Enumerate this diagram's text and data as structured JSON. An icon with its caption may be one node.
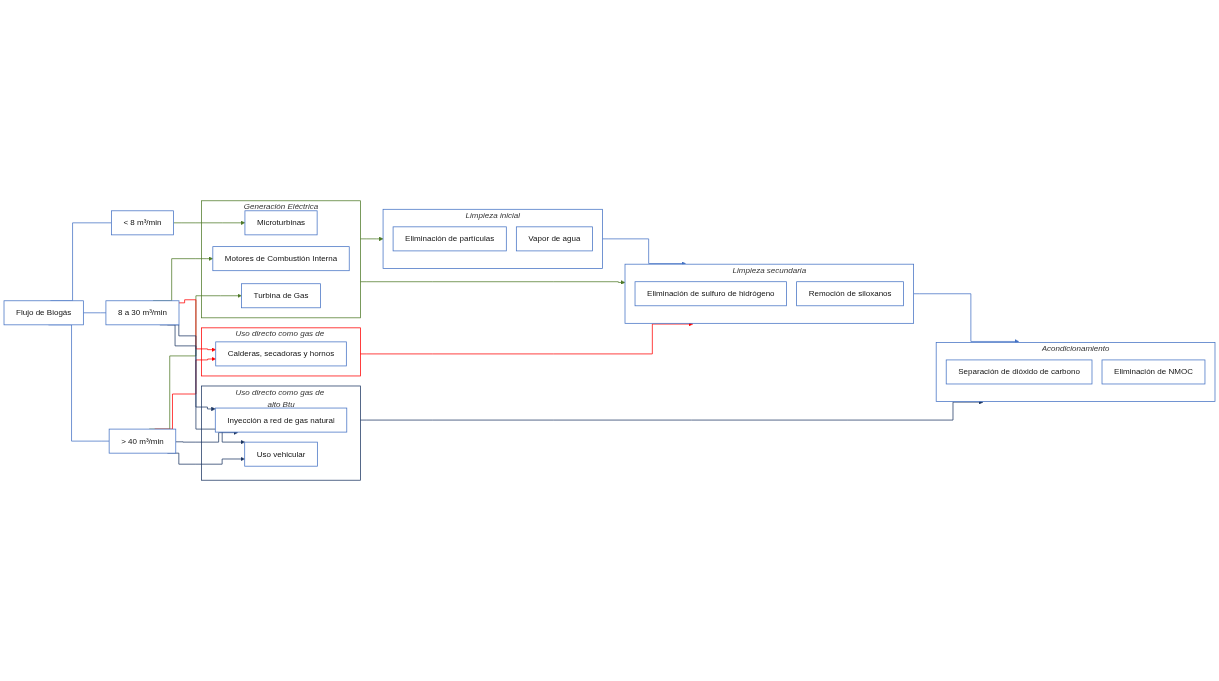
{
  "diagram": {
    "nodes": [
      {
        "text": [
          "Flujo de Biogás"
        ]
      },
      {
        "text": [
          "< 8 m³/min"
        ]
      },
      {
        "text": [
          "8 a 30 m³/min"
        ]
      },
      {
        "text": [
          "> 40 m³/min"
        ]
      },
      {
        "text": [
          "Generación Eléctrica"
        ]
      },
      {
        "text": [
          "Motores de Combustión Interna"
        ],
        "in": 4
      },
      {
        "text": [
          "Turbina de Gas"
        ],
        "in": 4
      },
      {
        "text": [
          "Microturbinas"
        ],
        "in": 4
      },
      {
        "text": [
          "Uso directo como gas de medio Btu"
        ]
      },
      {
        "text": [
          "Calderas, secadoras y hornos"
        ],
        "in": 8
      },
      {
        "text": [
          "Uso directo como gas de alto Btu"
        ]
      },
      {
        "text": [
          "Inyección a red de gas natural"
        ],
        "in": 10
      },
      {
        "text": [
          "Uso vehicular"
        ],
        "in": 10
      },
      {
        "text": [
          "Limpieza inicial"
        ]
      },
      {
        "text": [
          "Eliminación de partículas"
        ],
        "in": 13
      },
      {
        "text": [
          "Vapor de agua"
        ],
        "in": 13
      },
      {
        "text": [
          "Limpieza secundaria"
        ]
      },
      {
        "text": [
          "Eliminación de sulfuro de hidrógeno"
        ],
        "in": 16
      },
      {
        "text": [
          "Remoción de siloxanos"
        ],
        "in": 16
      },
      {
        "text": [
          "Acondicionamiento"
        ]
      },
      {
        "text": [
          "Separación de dióxido de carbono"
        ],
        "in": 19
      },
      {
        "text": [
          "Eliminación de NMOC"
        ],
        "in": 19
      }
    ],
    "edges": [
      {
        "from": 0,
        "to": 1,
        "arrow": "none",
        "color": "#4472c4"
      },
      {
        "from": 0,
        "to": 2,
        "arrow": "none",
        "color": "#4472c4"
      },
      {
        "from": 0,
        "to": 3,
        "arrow": "none",
        "color": "#4472c4"
      },
      {
        "from": 1,
        "to": 7,
        "arrow": "to",
        "color": "#4f7a28"
      },
      {
        "from": 2,
        "to": 5,
        "arrow": "to",
        "color": "#4f7a28"
      },
      {
        "from": 3,
        "to": 6,
        "arrow": "to",
        "color": "#4f7a28"
      },
      {
        "from": 2,
        "to": 9,
        "arrow": "to",
        "color": "#ff0000"
      },
      {
        "from": 3,
        "to": 9,
        "arrow": "to",
        "color": "#ff0000"
      },
      {
        "from": 2,
        "to": 11,
        "arrow": "to",
        "color": "#1f3864"
      },
      {
        "from": 2,
        "to": 12,
        "arrow": "to",
        "color": "#1f3864"
      },
      {
        "from": 3,
        "to": 11,
        "arrow": "to",
        "color": "#1f3864"
      },
      {
        "from": 3,
        "to": 12,
        "arrow": "to",
        "color": "#1f3864"
      },
      {
        "from": 4,
        "to": 13,
        "arrow": "to",
        "color": "#4f7a28"
      },
      {
        "from": 4,
        "to": 16,
        "arrow": "to",
        "color": "#4f7a28"
      },
      {
        "from": 8,
        "to": 16,
        "arrow": "to",
        "color": "#ff0000"
      },
      {
        "from": 10,
        "to": 19,
        "arrow": "to",
        "color": "#1f3864"
      },
      {
        "from": 13,
        "to": 16,
        "arrow": "to",
        "color": "#4472c4"
      },
      {
        "from": 16,
        "to": 19,
        "arrow": "to",
        "color": "#4472c4"
      }
    ]
  }
}
